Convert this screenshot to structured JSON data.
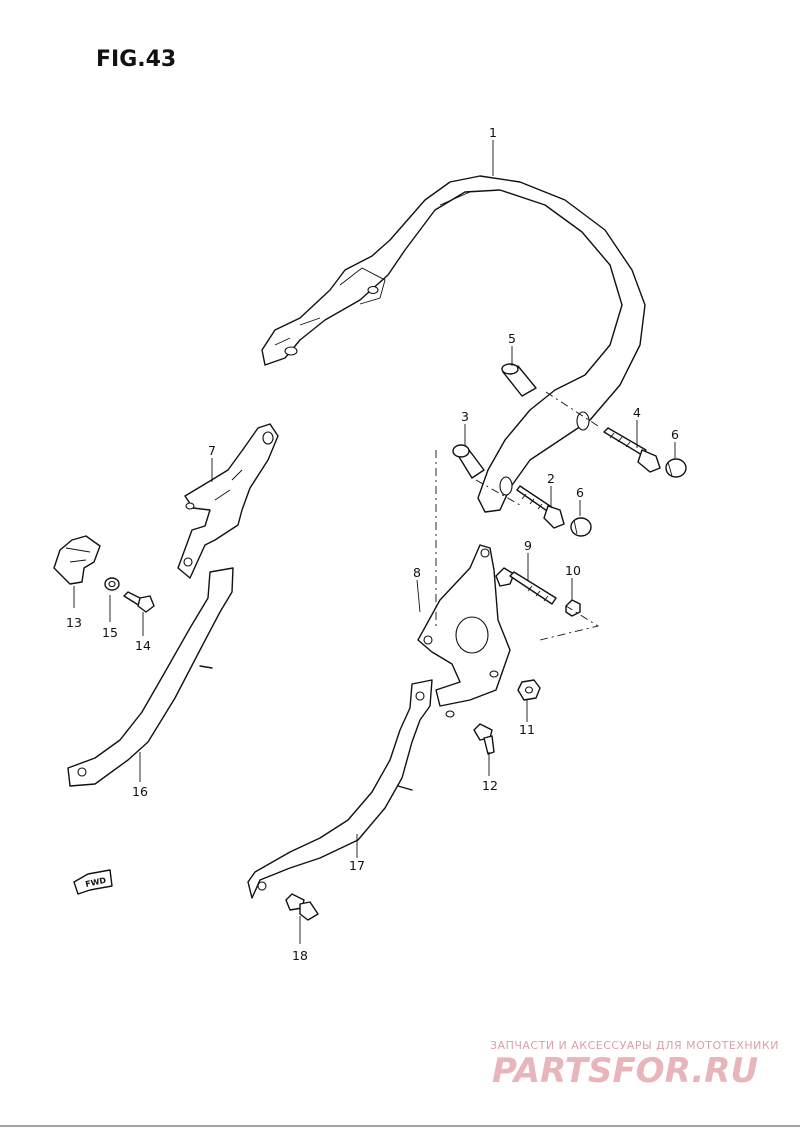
{
  "figure": {
    "title": "FIG.43",
    "fwd_label": "FWD"
  },
  "callouts": [
    "1",
    "2",
    "3",
    "4",
    "5",
    "6",
    "6",
    "7",
    "8",
    "9",
    "10",
    "11",
    "12",
    "13",
    "14",
    "15",
    "16",
    "17",
    "18"
  ],
  "watermark": {
    "line1": "ЗАПЧАСТИ И АКСЕССУАРЫ ДЛЯ МОТОТЕХНИКИ",
    "line2": "PARTSFOR.RU",
    "color": "#e8b5ba"
  }
}
